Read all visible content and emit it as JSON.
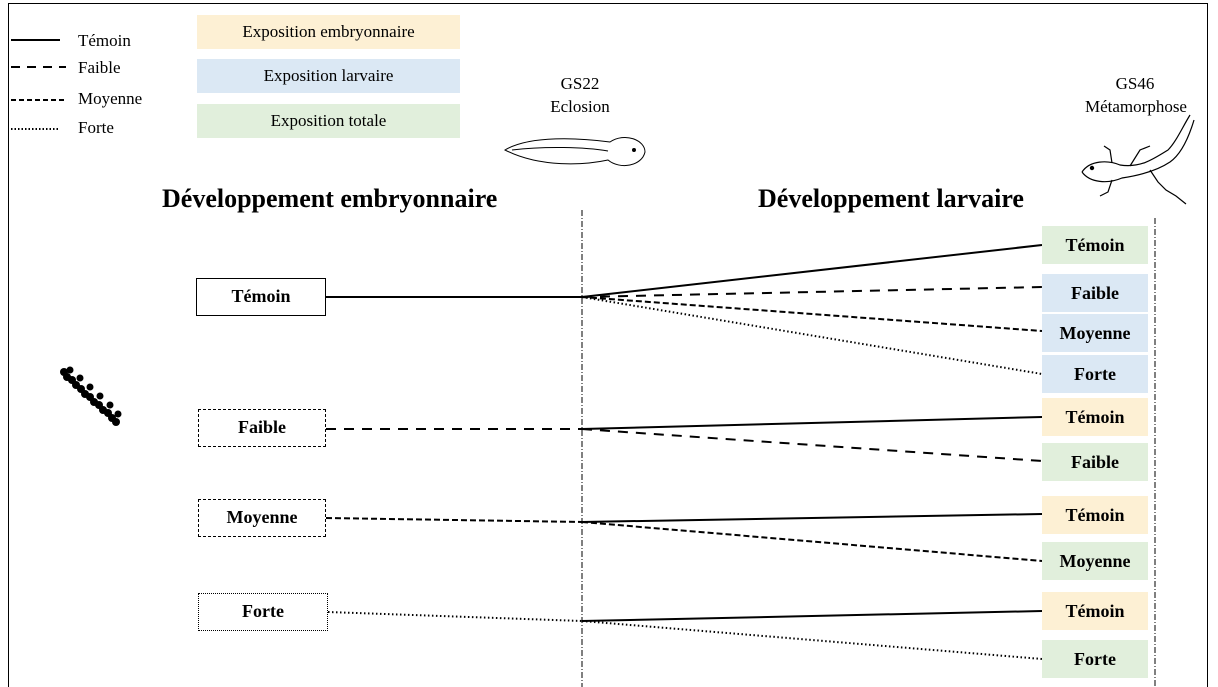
{
  "legend": {
    "lines": [
      {
        "label": "Témoin",
        "style": "solid"
      },
      {
        "label": "Faible",
        "style": "long-dash"
      },
      {
        "label": "Moyenne",
        "style": "short-dash"
      },
      {
        "label": "Forte",
        "style": "dotted"
      }
    ],
    "exposures": [
      {
        "label": "Exposition embryonnaire",
        "color": "#fdf0d4"
      },
      {
        "label": "Exposition larvaire",
        "color": "#dbe8f4"
      },
      {
        "label": "Exposition totale",
        "color": "#e1efdc"
      }
    ]
  },
  "stages": {
    "hatching": {
      "code": "GS22",
      "name": "Eclosion",
      "icon": "tadpole-icon"
    },
    "metamorphosis": {
      "code": "GS46",
      "name": "Métamorphose",
      "icon": "salamander-icon"
    }
  },
  "sections": {
    "embryonic": "Développement embryonnaire",
    "larval": "Développement larvaire"
  },
  "eggs_icon": "egg-strand-icon",
  "embryonic_groups": [
    {
      "label": "Témoin",
      "style": "solid"
    },
    {
      "label": "Faible",
      "style": "long-dash"
    },
    {
      "label": "Moyenne",
      "style": "short-dash"
    },
    {
      "label": "Forte",
      "style": "dotted"
    }
  ],
  "larval_results": [
    {
      "label": "Témoin",
      "exposure": "total",
      "from": 0,
      "style": "solid"
    },
    {
      "label": "Faible",
      "exposure": "larval",
      "from": 0,
      "style": "long-dash"
    },
    {
      "label": "Moyenne",
      "exposure": "larval",
      "from": 0,
      "style": "short-dash"
    },
    {
      "label": "Forte",
      "exposure": "larval",
      "from": 0,
      "style": "dotted"
    },
    {
      "label": "Témoin",
      "exposure": "embryonic",
      "from": 1,
      "style": "solid"
    },
    {
      "label": "Faible",
      "exposure": "total",
      "from": 1,
      "style": "long-dash"
    },
    {
      "label": "Témoin",
      "exposure": "embryonic",
      "from": 2,
      "style": "solid"
    },
    {
      "label": "Moyenne",
      "exposure": "total",
      "from": 2,
      "style": "short-dash"
    },
    {
      "label": "Témoin",
      "exposure": "embryonic",
      "from": 3,
      "style": "solid"
    },
    {
      "label": "Forte",
      "exposure": "total",
      "from": 3,
      "style": "dotted"
    }
  ]
}
